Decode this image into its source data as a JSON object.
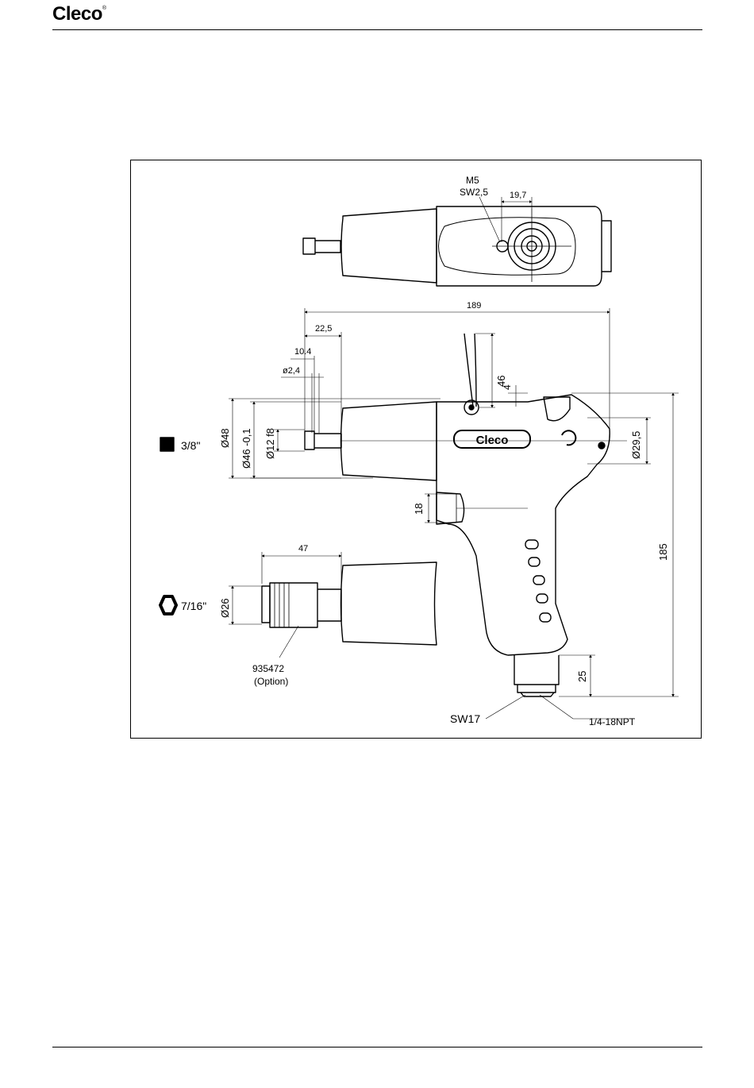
{
  "header": {
    "logo": "Cleco",
    "logo_mark": "®"
  },
  "drawing": {
    "top_view": {
      "m5": "M5",
      "sw25": "SW2,5",
      "dim_197": "19,7"
    },
    "side_view": {
      "dim_189": "189",
      "dim_225": "22,5",
      "dim_104": "10.4",
      "dim_24": "ø2,4",
      "dim_46": "46",
      "dim_4": "4",
      "dia_48": "Ø48",
      "dia_46": "Ø46 -0,1",
      "dia_12": "Ø12 f8",
      "dia_295": "Ø29,5",
      "dim_18": "18",
      "dim_185": "185",
      "dim_25": "25",
      "sw17": "SW17",
      "npt": "1/4-18NPT",
      "brand": "Cleco"
    },
    "square_drive": {
      "label": "3/8\""
    },
    "hex_drive": {
      "label": "7/16\"",
      "dia_26": "Ø26",
      "dim_47": "47",
      "part": "935472",
      "option": "(Option)"
    }
  }
}
